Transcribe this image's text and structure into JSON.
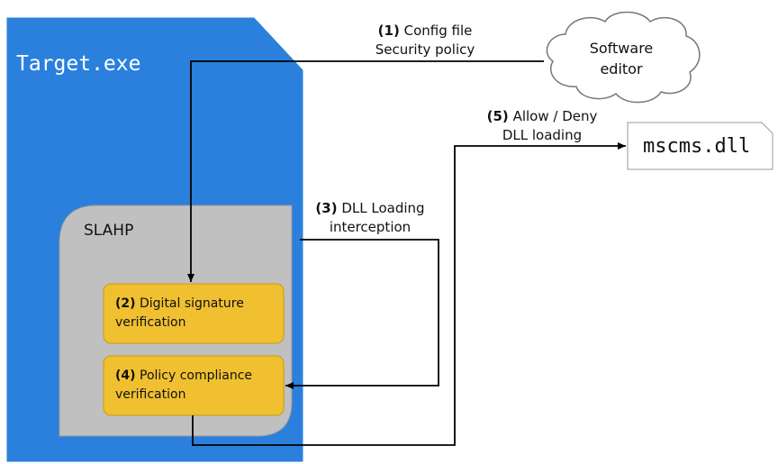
{
  "target_exe": {
    "title": "Target.exe",
    "color": "#2a80dc"
  },
  "slahp": {
    "title": "SLAHP",
    "color": "#c0c0c0"
  },
  "box_color": "#f0c030",
  "step2": {
    "num": "(2)",
    "line1": "Digital signature",
    "line2": "verification"
  },
  "step4": {
    "num": "(4)",
    "line1": "Policy compliance",
    "line2": "verification"
  },
  "cloud": {
    "line1": "Software",
    "line2": "editor"
  },
  "dll": {
    "name": "mscms.dll"
  },
  "edge1": {
    "num": "(1)",
    "line1": "Config file",
    "line2": "Security policy"
  },
  "edge3": {
    "num": "(3)",
    "line1": "DLL Loading",
    "line2": "interception"
  },
  "edge5": {
    "num": "(5)",
    "line1": "Allow / Deny",
    "line2": "DLL loading"
  }
}
